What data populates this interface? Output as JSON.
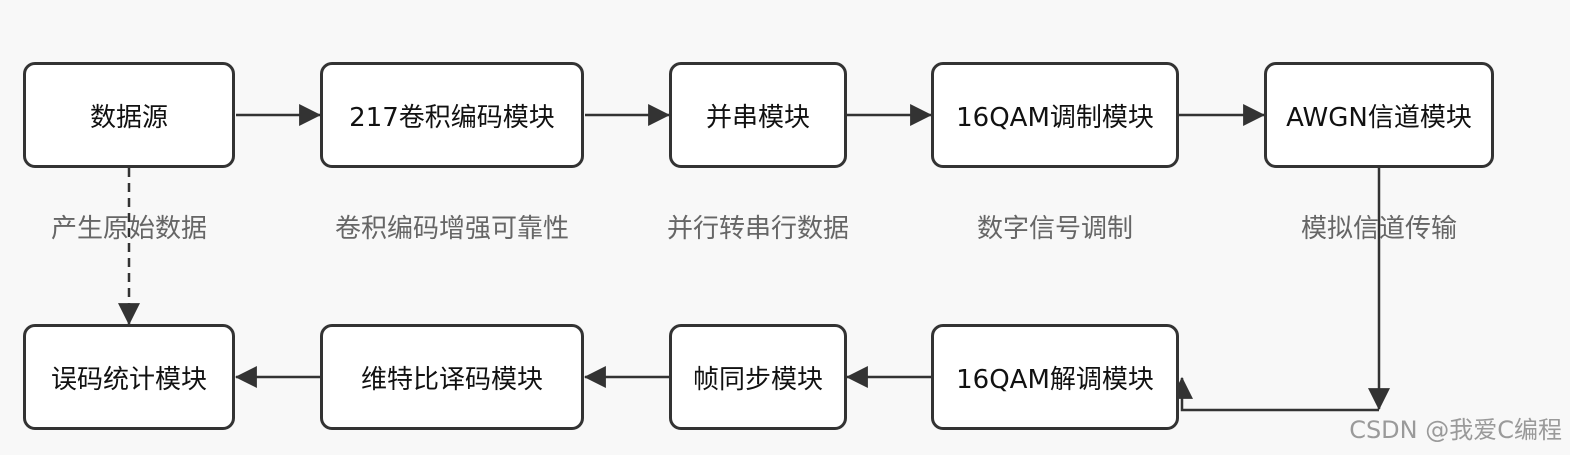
{
  "nodes": {
    "source": "数据源",
    "conv_encoder": "217卷积编码模块",
    "ps": "并串模块",
    "mod": "16QAM调制模块",
    "awgn": "AWGN信道模块",
    "demod": "16QAM解调模块",
    "frame_sync": "帧同步模块",
    "viterbi": "维特比译码模块",
    "ber": "误码统计模块"
  },
  "captions": {
    "source": "产生原始数据",
    "conv_encoder": "卷积编码增强可靠性",
    "ps": "并行转串行数据",
    "mod": "数字信号调制",
    "awgn": "模拟信道传输"
  },
  "watermark": "CSDN @我爱C编程",
  "colors": {
    "line": "#333333",
    "caption": "#666666",
    "background": "#f8f8f8"
  }
}
